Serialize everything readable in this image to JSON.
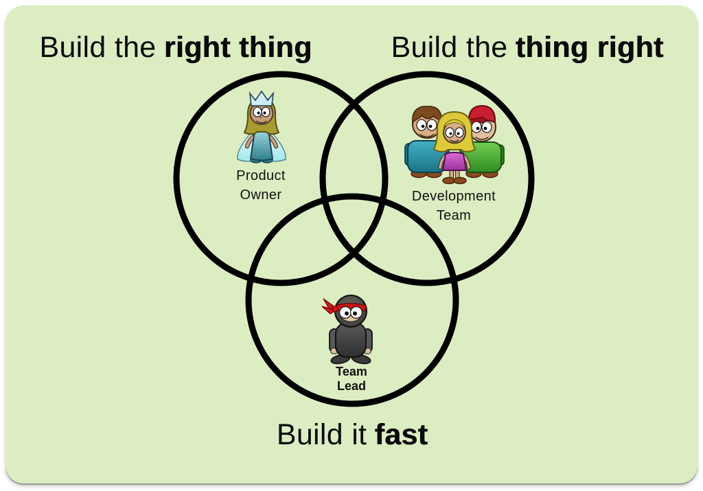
{
  "page": {
    "background": "#ffffff"
  },
  "card": {
    "background": "#dcedc2",
    "corner_shadow": "#8e988c"
  },
  "diagram": {
    "type": "venn-3-circles",
    "outline_color": "#000000",
    "circles": [
      {
        "position": "top-left",
        "caption_regular": "Build the",
        "caption_bold": "right thing",
        "role_line1": "Product",
        "role_line2": "Owner",
        "character": "princess-with-crown"
      },
      {
        "position": "top-right",
        "caption_regular": "Build the",
        "caption_bold": "thing right",
        "role_line1": "Development",
        "role_line2": "Team",
        "character": "three-cartoon-developers"
      },
      {
        "position": "bottom",
        "caption_regular": "Build it",
        "caption_bold": "fast",
        "role_line1": "Team",
        "role_line2": "Lead",
        "character": "ninja-with-red-headband"
      }
    ]
  }
}
